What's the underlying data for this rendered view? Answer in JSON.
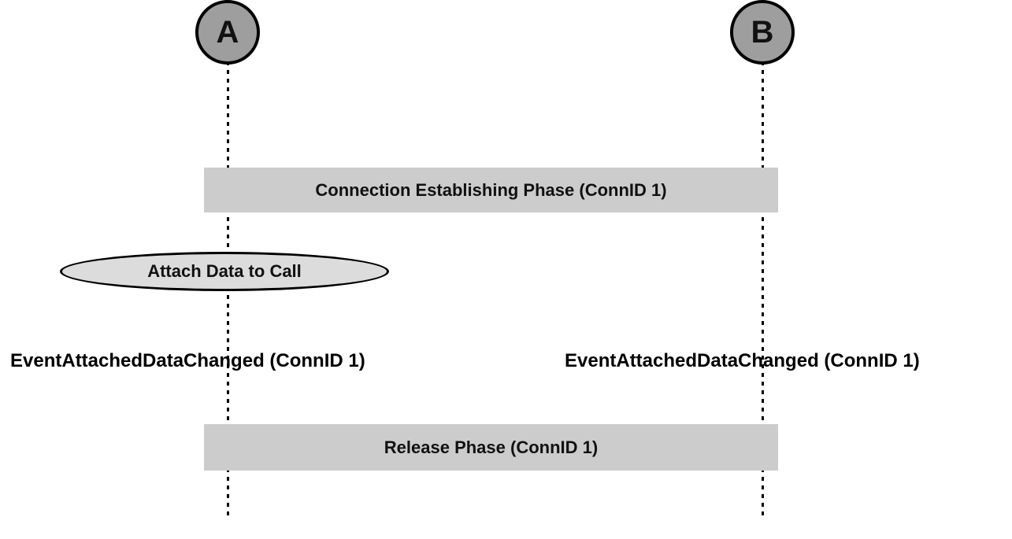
{
  "diagram": {
    "title": "Attach Data to Call sequence",
    "type": "sequence-diagram",
    "background_color": "#ffffff",
    "actors": [
      {
        "id": "a",
        "label": "A",
        "fill_color": "#9e9e9e",
        "border_color": "#000000"
      },
      {
        "id": "b",
        "label": "B",
        "fill_color": "#9e9e9e",
        "border_color": "#000000"
      }
    ],
    "phases": [
      {
        "id": "connection-establishing",
        "label": "Connection Establishing Phase (ConnID 1)",
        "fill_color": "#cccccc"
      },
      {
        "id": "release",
        "label": "Release Phase (ConnID 1)",
        "fill_color": "#cccccc"
      }
    ],
    "actions": [
      {
        "id": "attach-data-to-call",
        "label": "Attach Data to Call",
        "fill_color": "#dcdcdc",
        "border_color": "#000000"
      }
    ],
    "events": [
      {
        "id": "event-a",
        "label": "EventAttachedDataChanged (ConnID 1)",
        "actor": "A"
      },
      {
        "id": "event-b",
        "label": "EventAttachedDataChanged (ConnID 1)",
        "actor": "B"
      }
    ]
  }
}
